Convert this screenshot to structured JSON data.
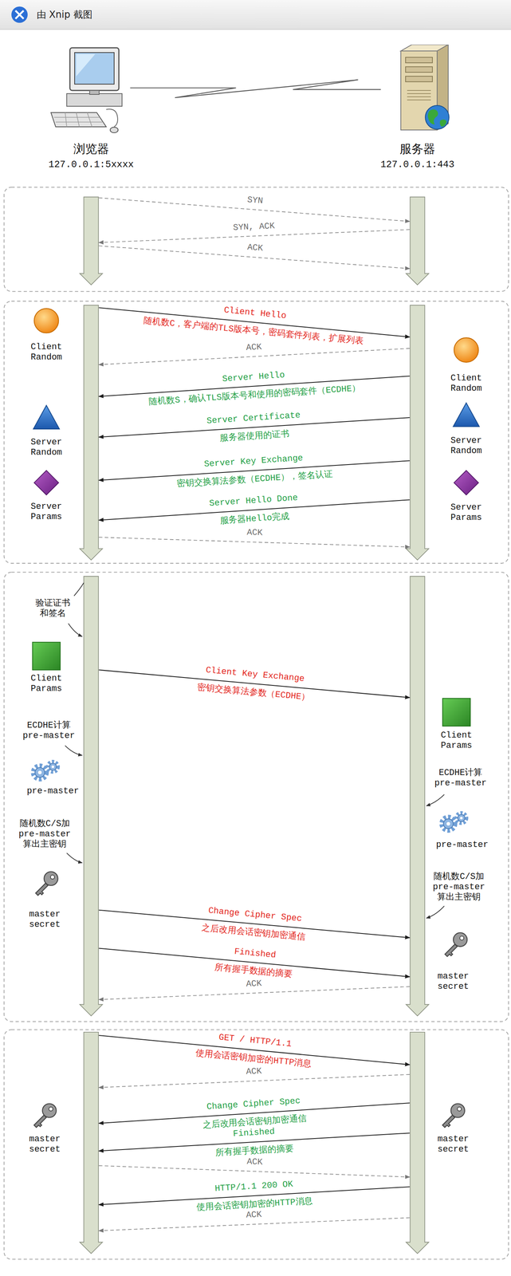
{
  "diagram": {
    "nodes": [
      {
        "text": [
          "浏览器",
          "127.0.0.1:5xxxx"
        ]
      },
      {
        "text": [
          "服务器",
          "127.0.0.1:443"
        ]
      }
    ],
    "edges": [
      {
        "from": 0,
        "to": 1,
        "arrow": "to",
        "label": "SYN"
      },
      {
        "from": 1,
        "to": 0,
        "arrow": "to",
        "label": "SYN, ACK"
      },
      {
        "from": 0,
        "to": 1,
        "arrow": "to",
        "label": "ACK"
      },
      {
        "from": 0,
        "to": 1,
        "arrow": "to",
        "label": "Client Hello"
      },
      {
        "from": 1,
        "to": 0,
        "arrow": "to",
        "label": "ACK"
      },
      {
        "from": 1,
        "to": 0,
        "arrow": "to",
        "label": "Server Hello"
      },
      {
        "from": 1,
        "to": 0,
        "arrow": "to",
        "label": "Server Certificate"
      },
      {
        "from": 1,
        "to": 0,
        "arrow": "to",
        "label": "Server Key Exchange"
      },
      {
        "from": 1,
        "to": 0,
        "arrow": "to",
        "label": "Server Hello Done"
      },
      {
        "from": 0,
        "to": 1,
        "arrow": "to",
        "label": "ACK"
      },
      {
        "from": 0,
        "to": 1,
        "arrow": "to",
        "label": "Client Key Exchange"
      },
      {
        "from": 0,
        "to": 1,
        "arrow": "to",
        "label": "Change Cipher Spec"
      },
      {
        "from": 0,
        "to": 1,
        "arrow": "to",
        "label": "Finished"
      },
      {
        "from": 1,
        "to": 0,
        "arrow": "to",
        "label": "ACK"
      },
      {
        "from": 0,
        "to": 1,
        "arrow": "to",
        "label": "GET / HTTP/1.1"
      },
      {
        "from": 1,
        "to": 0,
        "arrow": "to",
        "label": "ACK"
      },
      {
        "from": 1,
        "to": 0,
        "arrow": "to",
        "label": "Change Cipher Spec"
      },
      {
        "from": 1,
        "to": 0,
        "arrow": "to",
        "label": "Finished"
      },
      {
        "from": 0,
        "to": 1,
        "arrow": "to",
        "label": "ACK"
      },
      {
        "from": 1,
        "to": 0,
        "arrow": "to",
        "label": "HTTP/1.1 200 OK"
      },
      {
        "from": 1,
        "to": 0,
        "arrow": "to",
        "label": "ACK"
      }
    ],
    "labels": [
      "由 Xnip 截图",
      "随机数C，客户端的TLS版本号，密码套件列表，扩展列表",
      "随机数S，确认TLS版本号和使用的密码套件（ECDHE）",
      "服务器使用的证书",
      "密钥交换算法参数（ECDHE），签名认证",
      "服务器Hello完成",
      "密钥交换算法参数（ECDHE）",
      "之后改用会话密钥加密通信",
      "所有握手数据的摘要",
      "使用会话密钥加密的HTTP消息",
      "之后改用会话密钥加密通信",
      "所有握手数据的摘要",
      "使用会话密钥加密的HTTP消息",
      "Client Random",
      "Server Random",
      "Server Params",
      "Client Random",
      "Server Random",
      "Server Params",
      "验证证书和签名",
      "Client Params",
      "ECDHE计算 pre-master",
      "pre-master",
      "随机数C/S加 pre-master 算出主密钥",
      "master secret",
      "Client Params",
      "ECDHE计算 pre-master",
      "pre-master",
      "随机数C/S加 pre-master 算出主密钥",
      "master secret",
      "master secret",
      "master secret"
    ]
  }
}
